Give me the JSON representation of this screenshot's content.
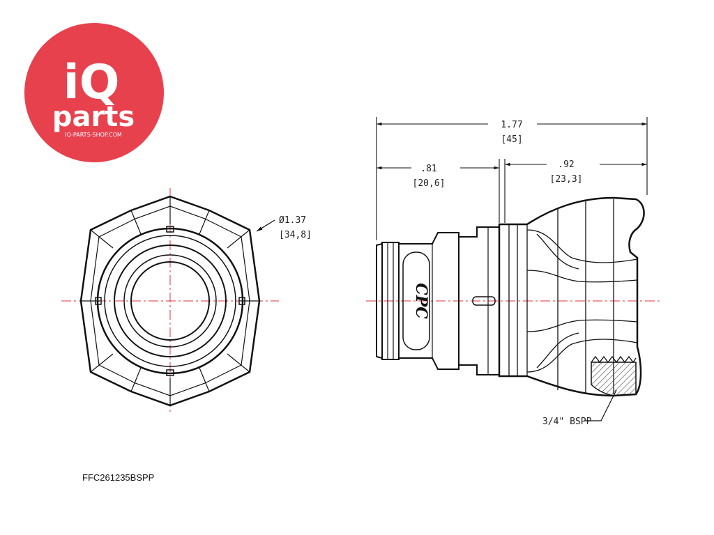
{
  "logo": {
    "brand_top": "iQ",
    "brand_bottom": "parts",
    "website": "IQ-PARTS-SHOP.COM",
    "color": "#e8414e"
  },
  "dimensions": {
    "overall_in": "1.77",
    "overall_mm": "[45]",
    "left_in": ".81",
    "left_mm": "[20,6]",
    "right_in": ".92",
    "right_mm": "[23,3]",
    "diameter_in": "Ø1.37",
    "diameter_mm": "[34,8]",
    "thread": "3/4\" BSPP"
  },
  "body_mark": "CPC",
  "part_number": "FFC261235BSPP",
  "colors": {
    "line": "#111111",
    "centerline": "#e0303a"
  }
}
